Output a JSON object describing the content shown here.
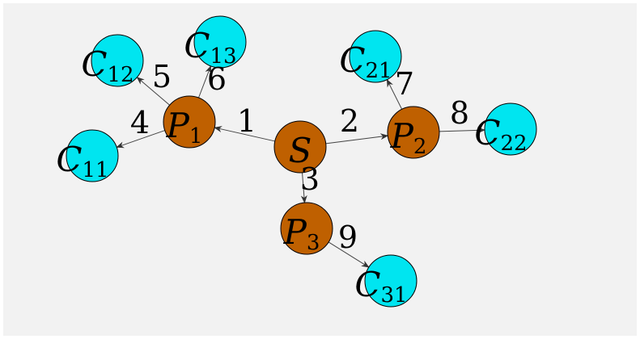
{
  "colors": {
    "background": "#f2f2f2",
    "frame": "#ffffff",
    "primary_node": "#bf6000",
    "child_node": "#00e5f0",
    "stroke": "#000000",
    "edge": "#444444"
  },
  "nodes": [
    {
      "id": "S",
      "main": "S",
      "sub": "",
      "kind": "primary"
    },
    {
      "id": "P1",
      "main": "P",
      "sub": "1",
      "kind": "primary"
    },
    {
      "id": "P2",
      "main": "P",
      "sub": "2",
      "kind": "primary"
    },
    {
      "id": "P3",
      "main": "P",
      "sub": "3",
      "kind": "primary"
    },
    {
      "id": "C11",
      "main": "C",
      "sub": "11",
      "kind": "child"
    },
    {
      "id": "C12",
      "main": "C",
      "sub": "12",
      "kind": "child"
    },
    {
      "id": "C13",
      "main": "C",
      "sub": "13",
      "kind": "child"
    },
    {
      "id": "C21",
      "main": "C",
      "sub": "21",
      "kind": "child"
    },
    {
      "id": "C22",
      "main": "C",
      "sub": "22",
      "kind": "child"
    },
    {
      "id": "C31",
      "main": "C",
      "sub": "31",
      "kind": "child"
    }
  ],
  "edges": [
    {
      "from": "S",
      "to": "P1",
      "label": "1"
    },
    {
      "from": "S",
      "to": "P2",
      "label": "2"
    },
    {
      "from": "S",
      "to": "P3",
      "label": "3"
    },
    {
      "from": "P1",
      "to": "C11",
      "label": "4"
    },
    {
      "from": "P1",
      "to": "C12",
      "label": "5"
    },
    {
      "from": "P1",
      "to": "C13",
      "label": "6"
    },
    {
      "from": "P2",
      "to": "C21",
      "label": "7"
    },
    {
      "from": "P2",
      "to": "C22",
      "label": "8"
    },
    {
      "from": "P3",
      "to": "C31",
      "label": "9"
    }
  ]
}
